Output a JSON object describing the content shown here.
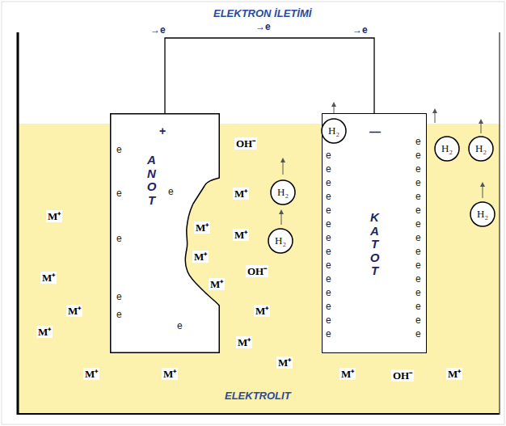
{
  "diagram": {
    "title": "ELEKTRON İLETİMİ",
    "nodes": [
      {
        "text": [
          "+",
          "ANOT"
        ]
      },
      {
        "text": [
          "—",
          "KATOT"
        ]
      },
      {
        "text": [
          "H₂"
        ]
      },
      {
        "text": [
          "H₂"
        ]
      },
      {
        "text": [
          "H₂"
        ]
      },
      {
        "text": [
          "H₂"
        ]
      },
      {
        "text": [
          "H₂"
        ]
      },
      {
        "text": [
          "H₂"
        ]
      }
    ],
    "edges": [
      {
        "from": 0,
        "to": 1,
        "arrow": "none"
      }
    ],
    "labels": [
      "→e",
      "→e",
      "→e",
      "OH⁻",
      "e",
      "e",
      "e",
      "M⁺",
      "M⁺",
      "M⁺",
      "e",
      "M⁺",
      "M⁺",
      "OH⁻",
      "M⁺",
      "M⁺",
      "e",
      "e",
      "M⁺",
      "M⁺",
      "e",
      "M⁺",
      "M⁺",
      "M⁺",
      "M⁺",
      "M⁺",
      "M⁺",
      "OH⁻",
      "M⁺",
      "ELEKTROLIT",
      "e",
      "e",
      "e",
      "e",
      "e",
      "e",
      "e",
      "e",
      "e",
      "e",
      "e",
      "e",
      "e",
      "e",
      "e",
      "e",
      "e",
      "e",
      "e",
      "e",
      "e",
      "e",
      "e",
      "e",
      "e",
      "e",
      "e",
      "e",
      "e"
    ]
  }
}
